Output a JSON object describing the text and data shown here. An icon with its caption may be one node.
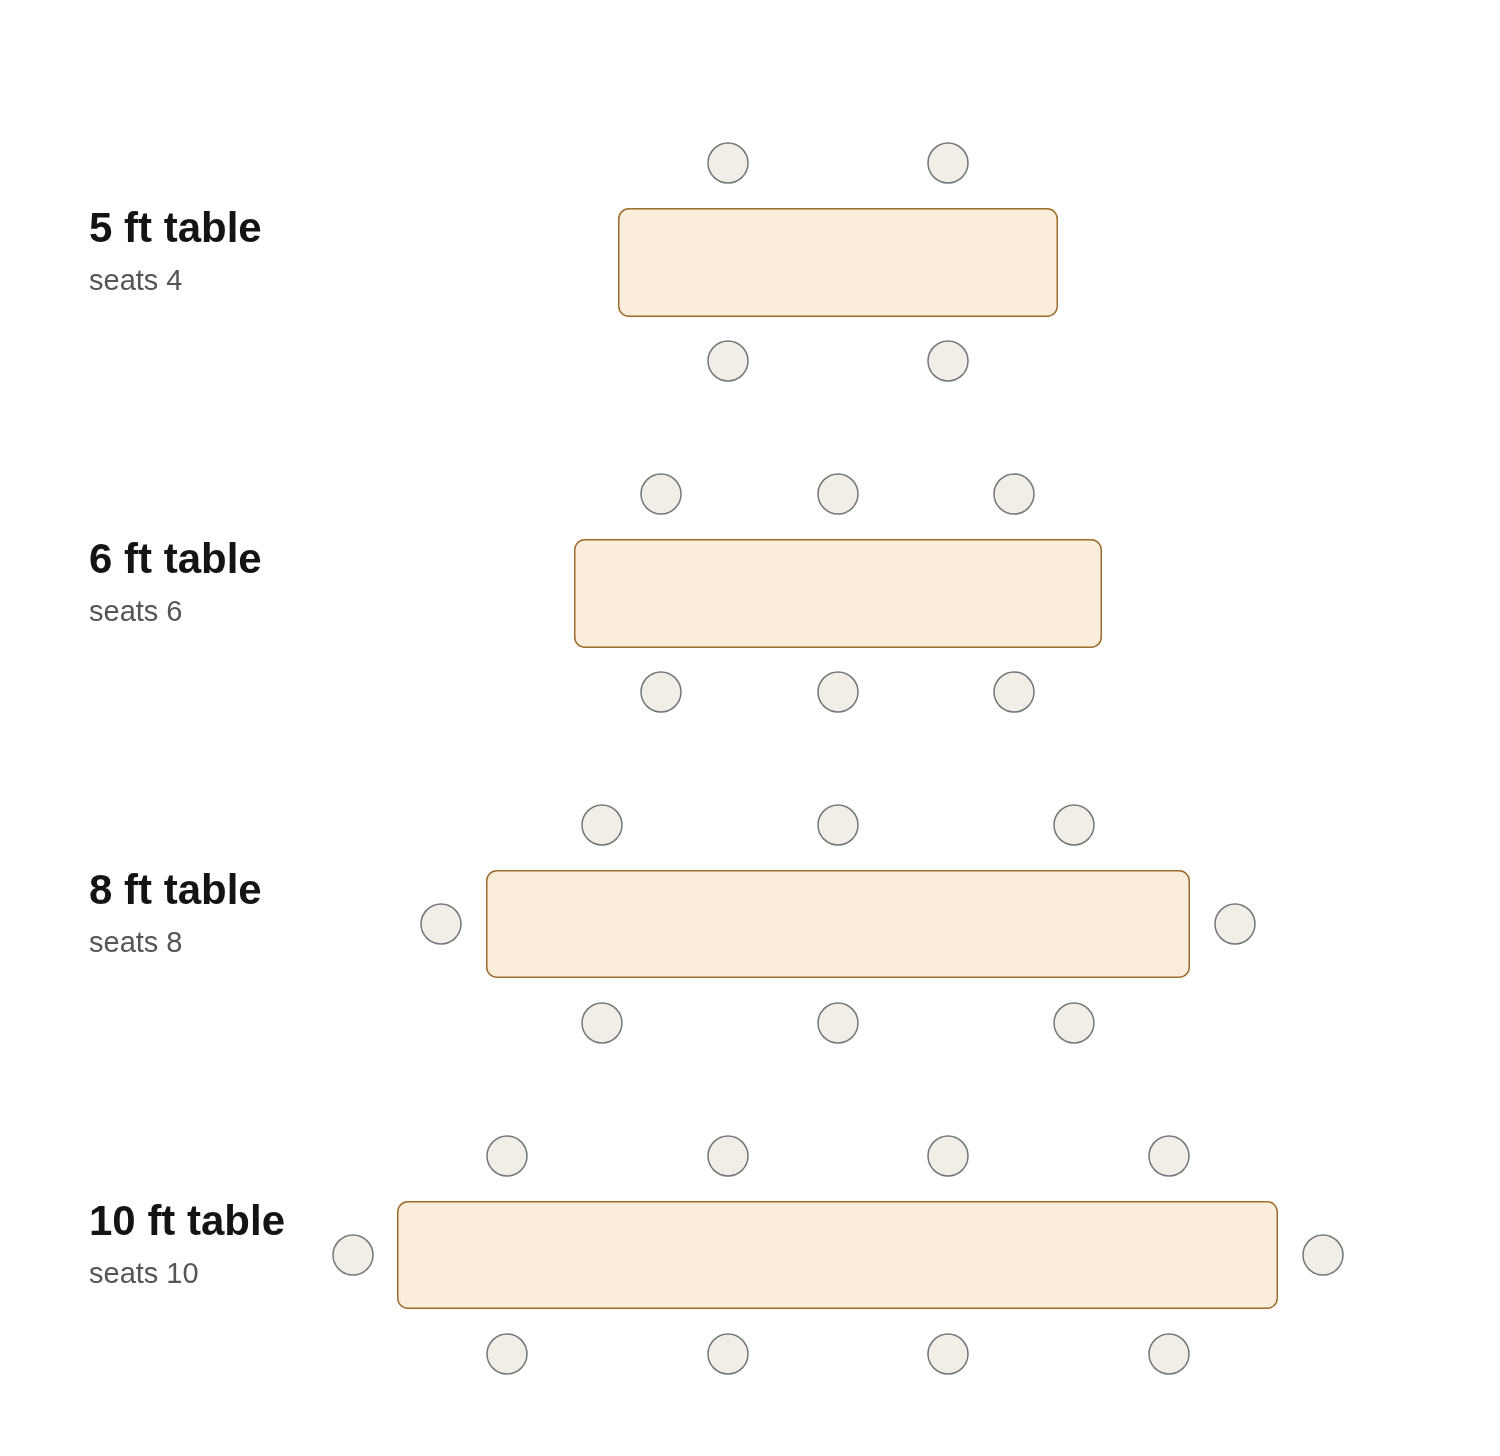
{
  "diagram": {
    "nodes": [
      {
        "text": [],
        "shape": "circle"
      },
      {
        "text": [],
        "shape": "circle"
      },
      {
        "text": [],
        "shape": "box",
        "beside": [
          "5 ft table",
          "seats 4"
        ]
      },
      {
        "text": [],
        "shape": "circle"
      },
      {
        "text": [],
        "shape": "circle"
      },
      {
        "text": [],
        "shape": "circle"
      },
      {
        "text": [],
        "shape": "circle"
      },
      {
        "text": [],
        "shape": "circle"
      },
      {
        "text": [],
        "shape": "box",
        "beside": [
          "6 ft table",
          "seats 6"
        ]
      },
      {
        "text": [],
        "shape": "circle"
      },
      {
        "text": [],
        "shape": "circle"
      },
      {
        "text": [],
        "shape": "circle"
      },
      {
        "text": [],
        "shape": "circle"
      },
      {
        "text": [],
        "shape": "circle"
      },
      {
        "text": [],
        "shape": "circle"
      },
      {
        "text": [],
        "shape": "circle"
      },
      {
        "text": [],
        "shape": "box",
        "beside": [
          "8 ft table",
          "seats 8"
        ]
      },
      {
        "text": [],
        "shape": "circle"
      },
      {
        "text": [],
        "shape": "circle"
      },
      {
        "text": [],
        "shape": "circle"
      },
      {
        "text": [],
        "shape": "circle"
      },
      {
        "text": [],
        "shape": "circle"
      },
      {
        "text": [],
        "shape": "circle"
      },
      {
        "text": [],
        "shape": "circle"
      },
      {
        "text": [],
        "shape": "circle"
      },
      {
        "text": [],
        "shape": "circle"
      },
      {
        "text": [],
        "shape": "box",
        "beside": [
          "10 ft table",
          "seats 10"
        ]
      },
      {
        "text": [],
        "shape": "circle"
      },
      {
        "text": [],
        "shape": "circle"
      },
      {
        "text": [],
        "shape": "circle"
      },
      {
        "text": [],
        "shape": "circle"
      },
      {
        "text": [],
        "shape": "circle"
      }
    ]
  }
}
